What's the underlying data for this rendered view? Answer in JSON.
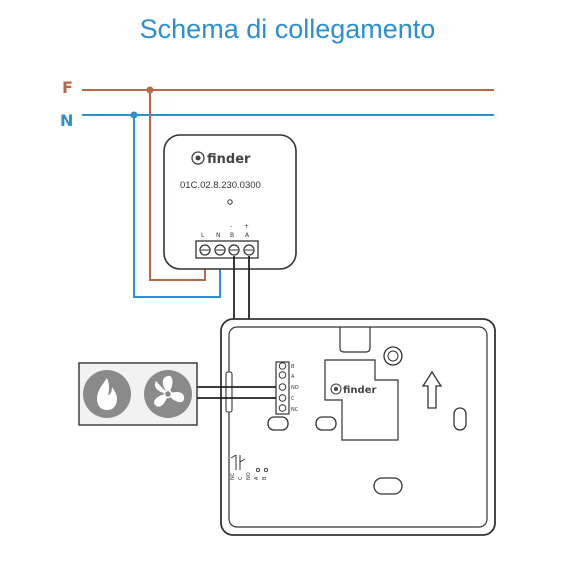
{
  "title": "Schema di collegamento",
  "lines": {
    "f_label": "F",
    "n_label": "N"
  },
  "module": {
    "brand": "finder",
    "model": "01C.02.8.230.0300",
    "terminals": [
      "L",
      "N",
      "B",
      "A"
    ],
    "polarity": [
      "-",
      "+"
    ]
  },
  "thermostat": {
    "brand": "finder",
    "terminal_block": [
      "B",
      "A",
      "NO",
      "C",
      "NC"
    ],
    "bottom_terminals": [
      "NC",
      "C",
      "NO",
      "A",
      "B"
    ]
  },
  "loads": {
    "icons": [
      "flame-icon",
      "fan-icon"
    ]
  },
  "colors": {
    "title": "#2c8fd0",
    "phase": "#b5694a",
    "neutral": "#2c8fd0",
    "outline": "#333333"
  }
}
